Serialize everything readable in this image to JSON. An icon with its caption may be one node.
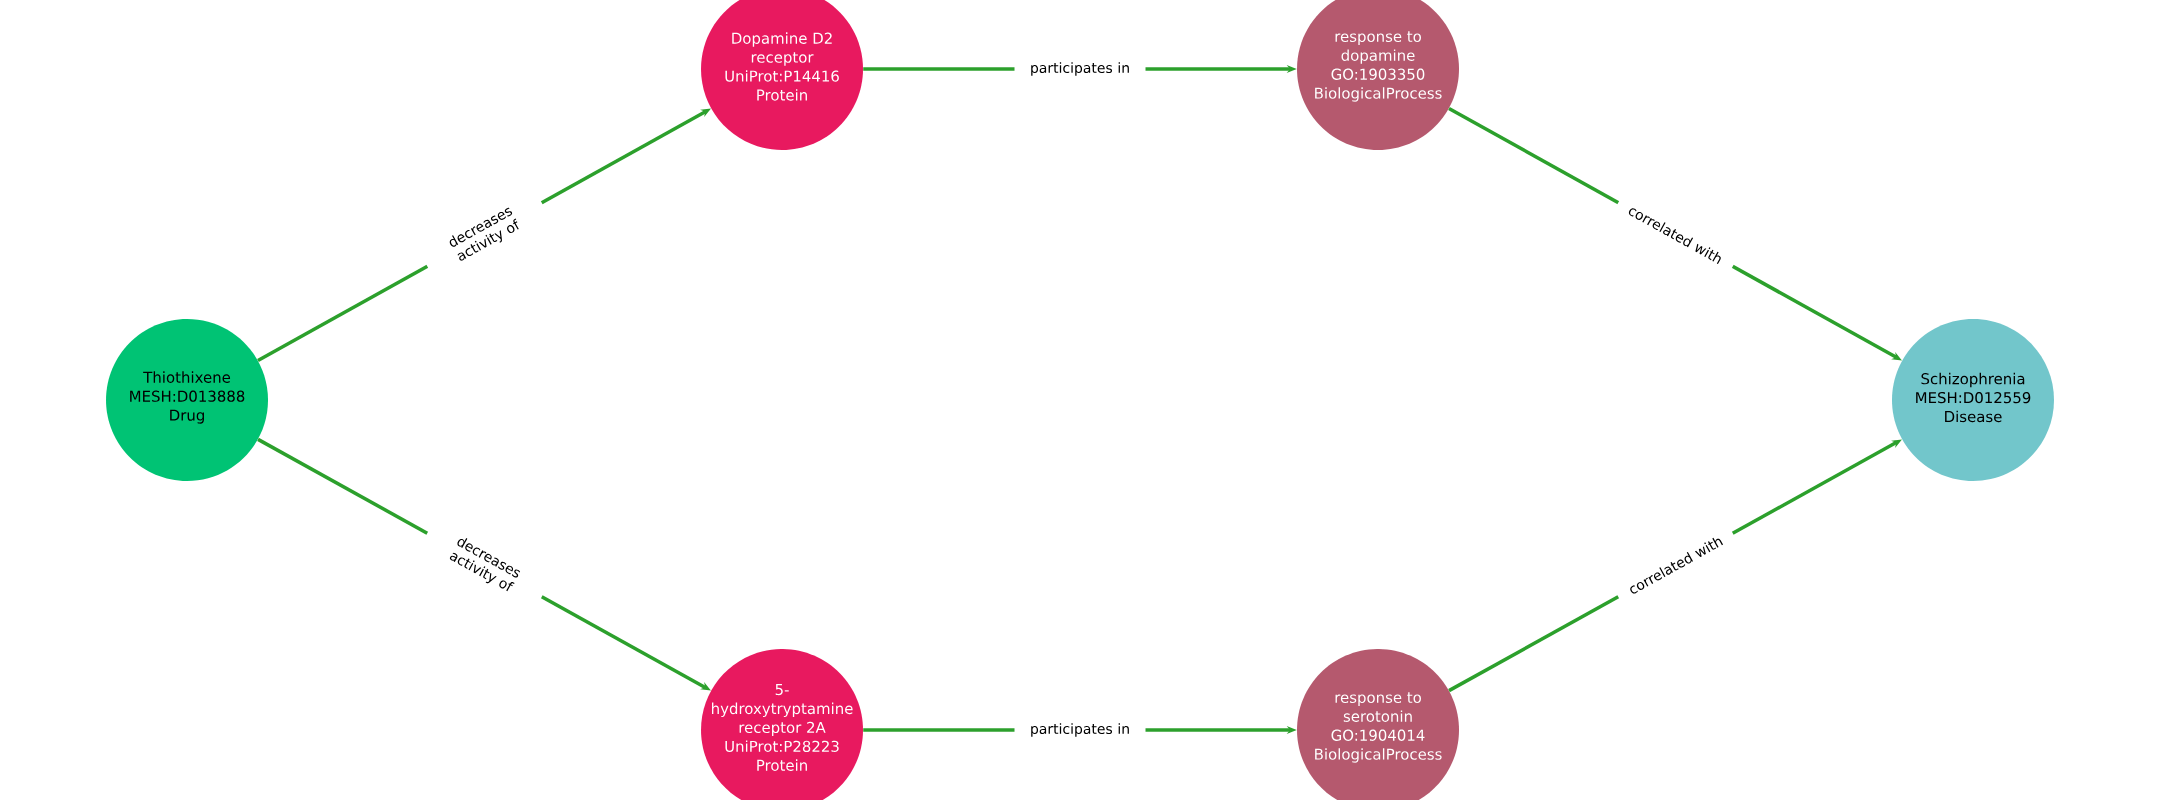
{
  "diagram": {
    "nodes": [
      {
        "text": [
          "Thiothixene",
          "MESH:D013888",
          "Drug"
        ]
      },
      {
        "text": [
          "Dopamine D2 receptor",
          "UniProt:P14416",
          "Protein"
        ]
      },
      {
        "text": [
          "response to dopamine",
          "GO:1903350",
          "BiologicalProcess"
        ]
      },
      {
        "text": [
          "Schizophrenia",
          "MESH:D012559",
          "Disease"
        ]
      },
      {
        "text": [
          "5-hydroxytryptamine receptor 2A",
          "UniProt:P28223",
          "Protein"
        ]
      },
      {
        "text": [
          "response to serotonin",
          "GO:1904014",
          "BiologicalProcess"
        ]
      }
    ],
    "edges": [
      {
        "from": 0,
        "to": 1,
        "arrow": "to",
        "label": "decreases activity of"
      },
      {
        "from": 0,
        "to": 4,
        "arrow": "to",
        "label": "decreases activity of"
      },
      {
        "from": 1,
        "to": 2,
        "arrow": "to",
        "label": "participates in"
      },
      {
        "from": 4,
        "to": 5,
        "arrow": "to",
        "label": "participates in"
      },
      {
        "from": 2,
        "to": 3,
        "arrow": "to",
        "label": "correlated with"
      },
      {
        "from": 5,
        "to": 3,
        "arrow": "to",
        "label": "correlated with"
      }
    ]
  }
}
